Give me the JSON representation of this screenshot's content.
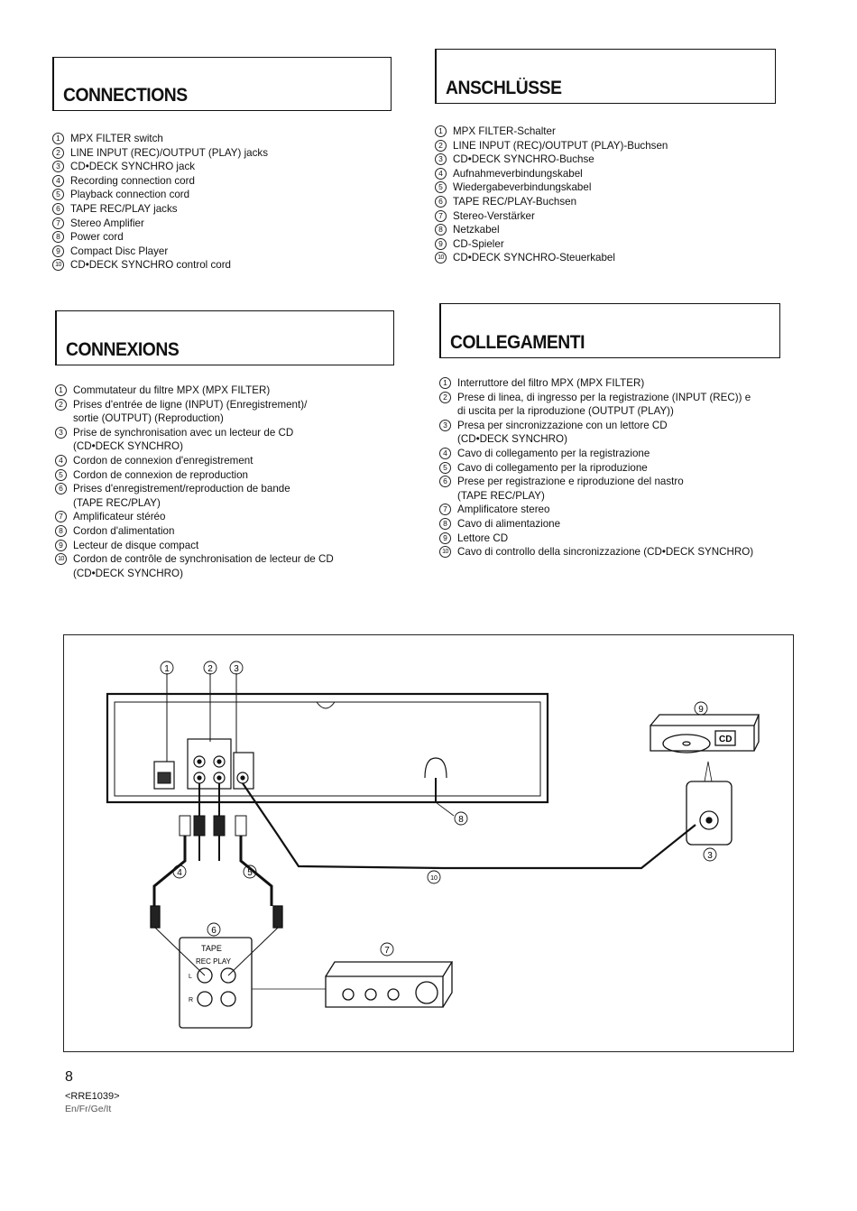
{
  "sections": {
    "en": {
      "title": "CONNECTIONS",
      "items": [
        {
          "n": "1",
          "t": "MPX FILTER switch"
        },
        {
          "n": "2",
          "t": "LINE INPUT (REC)/OUTPUT (PLAY) jacks"
        },
        {
          "n": "3",
          "t": "CD•DECK SYNCHRO jack"
        },
        {
          "n": "4",
          "t": "Recording connection cord"
        },
        {
          "n": "5",
          "t": "Playback connection cord"
        },
        {
          "n": "6",
          "t": "TAPE REC/PLAY jacks"
        },
        {
          "n": "7",
          "t": "Stereo Amplifier"
        },
        {
          "n": "8",
          "t": "Power cord"
        },
        {
          "n": "9",
          "t": "Compact Disc Player"
        },
        {
          "n": "10",
          "t": "CD•DECK SYNCHRO control cord"
        }
      ]
    },
    "de": {
      "title": "ANSCHLÜSSE",
      "items": [
        {
          "n": "1",
          "t": "MPX FILTER-Schalter"
        },
        {
          "n": "2",
          "t": "LINE INPUT (REC)/OUTPUT (PLAY)-Buchsen"
        },
        {
          "n": "3",
          "t": "CD•DECK SYNCHRO-Buchse"
        },
        {
          "n": "4",
          "t": "Aufnahmeverbindungskabel"
        },
        {
          "n": "5",
          "t": "Wiedergabeverbindungskabel"
        },
        {
          "n": "6",
          "t": "TAPE REC/PLAY-Buchsen"
        },
        {
          "n": "7",
          "t": "Stereo-Verstärker"
        },
        {
          "n": "8",
          "t": "Netzkabel"
        },
        {
          "n": "9",
          "t": "CD-Spieler"
        },
        {
          "n": "10",
          "t": "CD•DECK SYNCHRO-Steuerkabel"
        }
      ]
    },
    "fr": {
      "title": "CONNEXIONS",
      "items": [
        {
          "n": "1",
          "t": "Commutateur du filtre MPX (MPX FILTER)"
        },
        {
          "n": "2",
          "t": "Prises d'entrée de ligne (INPUT) (Enregistrement)/",
          "t2": "sortie (OUTPUT) (Reproduction)"
        },
        {
          "n": "3",
          "t": "Prise de synchronisation avec un lecteur de CD",
          "t2": "(CD•DECK SYNCHRO)"
        },
        {
          "n": "4",
          "t": "Cordon de connexion d'enregistrement"
        },
        {
          "n": "5",
          "t": "Cordon de connexion de reproduction"
        },
        {
          "n": "6",
          "t": "Prises d'enregistrement/reproduction de bande",
          "t2": "(TAPE REC/PLAY)"
        },
        {
          "n": "7",
          "t": "Amplificateur stéréo"
        },
        {
          "n": "8",
          "t": "Cordon d'alimentation"
        },
        {
          "n": "9",
          "t": "Lecteur de disque compact"
        },
        {
          "n": "10",
          "t": "Cordon de contrôle de synchronisation de lecteur de CD",
          "t2": "(CD•DECK SYNCHRO)"
        }
      ]
    },
    "it": {
      "title": "COLLEGAMENTI",
      "items": [
        {
          "n": "1",
          "t": "Interruttore del filtro MPX (MPX FILTER)"
        },
        {
          "n": "2",
          "t": "Prese di linea, di ingresso per la registrazione (INPUT (REC)) e",
          "t2": "di uscita per la riproduzione (OUTPUT (PLAY))"
        },
        {
          "n": "3",
          "t": "Presa per sincronizzazione con un lettore CD",
          "t2": "(CD•DECK SYNCHRO)"
        },
        {
          "n": "4",
          "t": "Cavo di collegamento per la registrazione"
        },
        {
          "n": "5",
          "t": "Cavo di collegamento per la riproduzione"
        },
        {
          "n": "6",
          "t": "Prese per registrazione e riproduzione del nastro",
          "t2": "(TAPE REC/PLAY)"
        },
        {
          "n": "7",
          "t": "Amplificatore stereo"
        },
        {
          "n": "8",
          "t": "Cavo di alimentazione"
        },
        {
          "n": "9",
          "t": "Lettore CD"
        },
        {
          "n": "10",
          "t": "Cavo di controllo della sincronizzazione (CD•DECK SYNCHRO)"
        }
      ]
    }
  },
  "diagram": {
    "callouts": [
      "1",
      "2",
      "3",
      "4",
      "5",
      "6",
      "7",
      "8",
      "9",
      "10",
      "3"
    ],
    "tape_label": "TAPE",
    "rec_play_label": "REC PLAY",
    "cd_label": "CD",
    "l_label": "L",
    "r_label": "R"
  },
  "footer": {
    "page_number": "8",
    "code": "<RRE1039>",
    "languages": "En/Fr/Ge/It"
  }
}
